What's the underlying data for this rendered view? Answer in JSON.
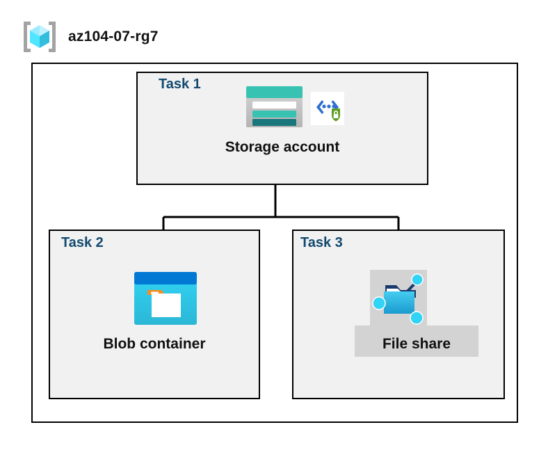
{
  "diagram": {
    "title": "az104-07-rg7",
    "resource_group_icon": "resource-group-icon",
    "colors": {
      "task_label": "#12496f",
      "box_fill": "#f1f1f1",
      "box_border": "#000000",
      "canvas": "#ffffff",
      "selection_highlight": "#d3d3d3",
      "storage_teal": "#37c2b1",
      "storage_teal_dark": "#19767a",
      "blob_blue": "#0078d4",
      "blob_cyan": "#32d4f5",
      "blob_orange": "#f78d1e",
      "fileshare_blue": "#32bedd",
      "fileshare_navy": "#1b3a6b",
      "shield_green": "#5e9c23",
      "bracket_blue": "#2e6fd0",
      "cube_cyan": "#50e6ff",
      "bracket_gray": "#a0a0a0"
    },
    "tasks": [
      {
        "id": "task1",
        "label": "Task 1",
        "node_label": "Storage account",
        "icons": [
          "storage-account-icon",
          "secure-transfer-icon"
        ],
        "selected": false
      },
      {
        "id": "task2",
        "label": "Task 2",
        "node_label": "Blob container",
        "icons": [
          "blob-container-icon"
        ],
        "selected": false
      },
      {
        "id": "task3",
        "label": "Task 3",
        "node_label": "File share",
        "icons": [
          "file-share-icon"
        ],
        "selected": true
      }
    ],
    "connectors": [
      {
        "from": "task1",
        "to": "task2"
      },
      {
        "from": "task1",
        "to": "task3"
      }
    ]
  }
}
